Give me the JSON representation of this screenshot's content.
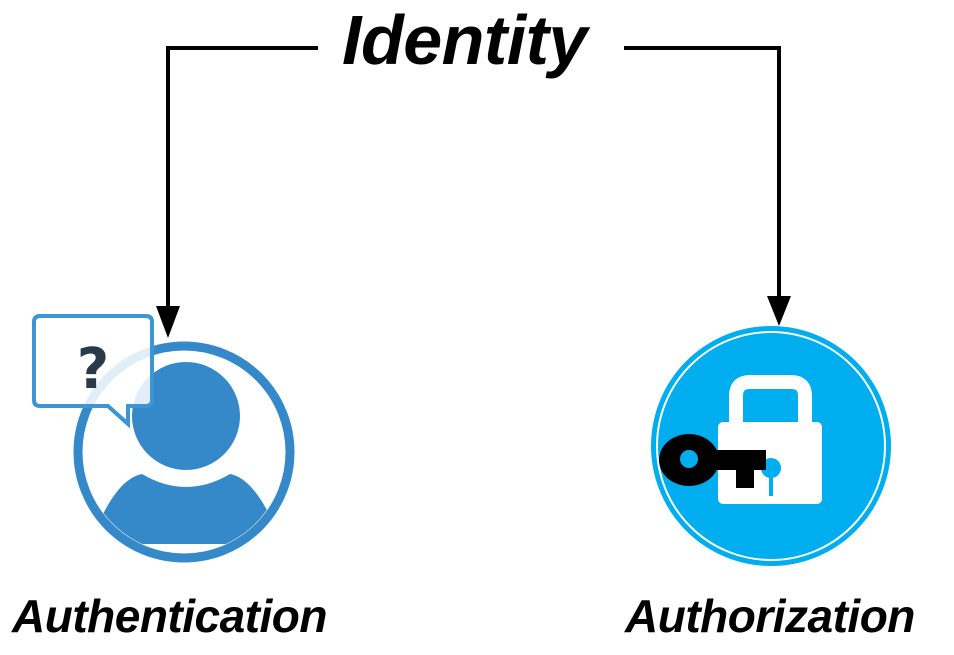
{
  "diagram": {
    "title": "Identity",
    "nodes": [
      {
        "id": "authentication",
        "label": "Authentication",
        "icon": "user-question-icon"
      },
      {
        "id": "authorization",
        "label": "Authorization",
        "icon": "lock-key-icon"
      }
    ],
    "edges": [
      {
        "from": "Identity",
        "to": "Authentication"
      },
      {
        "from": "Identity",
        "to": "Authorization"
      }
    ],
    "speech_bubble_text": "?",
    "colors": {
      "user_blue": "#3589c9",
      "lock_blue": "#00adef",
      "question_mark": "#2b3a4a",
      "arrow": "#000000",
      "key": "#000000"
    }
  }
}
